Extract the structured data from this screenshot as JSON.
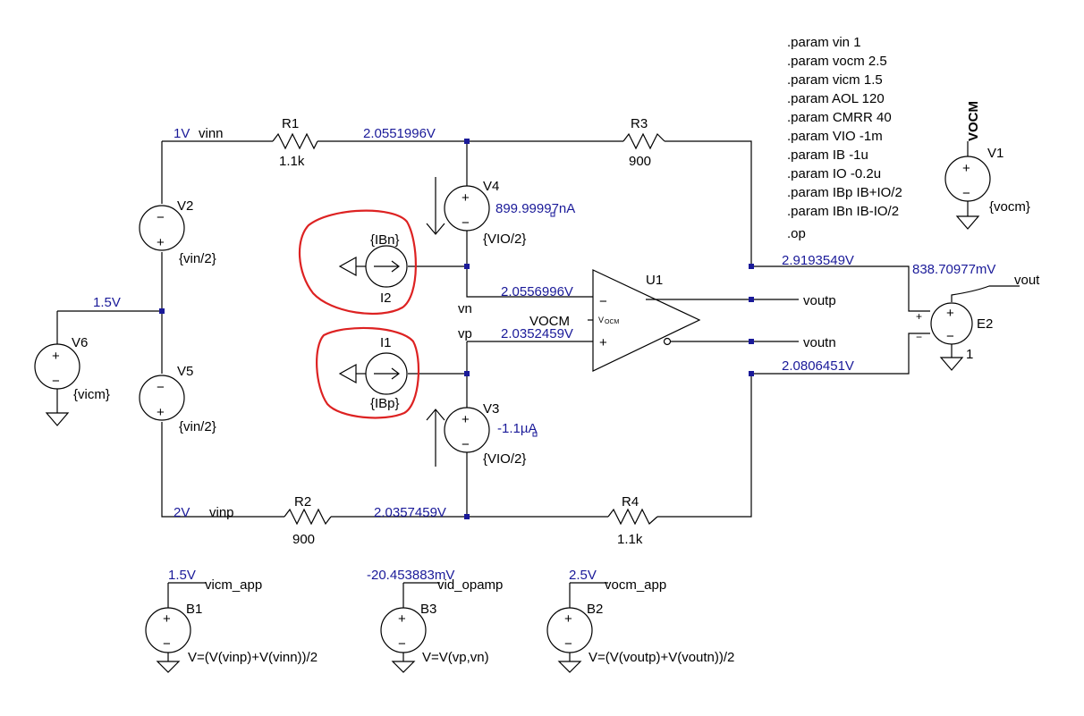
{
  "colors": {
    "voltage_label": "#1a1a99",
    "wire": "#000000",
    "annotation": "#dd2222",
    "background": "#ffffff"
  },
  "params": [
    ".param vin 1",
    ".param vocm 2.5",
    ".param vicm 1.5",
    ".param AOL 120",
    ".param CMRR 40",
    ".param VIO -1m",
    ".param IB -1u",
    ".param IO -0.2u",
    ".param IBp IB+IO/2",
    ".param IBn IB-IO/2"
  ],
  "op": ".op",
  "components": {
    "r1": {
      "name": "R1",
      "value": "1.1k"
    },
    "r2": {
      "name": "R2",
      "value": "900"
    },
    "r3": {
      "name": "R3",
      "value": "900"
    },
    "r4": {
      "name": "R4",
      "value": "1.1k"
    },
    "v1": {
      "name": "V1",
      "value": "{vocm}",
      "net": "VOCM"
    },
    "v2": {
      "name": "V2",
      "value": "{vin/2}"
    },
    "v3": {
      "name": "V3",
      "value": "{VIO/2}"
    },
    "v4": {
      "name": "V4",
      "value": "{VIO/2}"
    },
    "v5": {
      "name": "V5",
      "value": "{vin/2}"
    },
    "v6": {
      "name": "V6",
      "value": "{vicm}"
    },
    "i1": {
      "name": "I1",
      "value": "{IBp}"
    },
    "i2": {
      "name": "I2",
      "value": "{IBn}"
    },
    "u1": {
      "name": "U1",
      "vocm_pin": "VOCM",
      "vocm_pin_small": "V",
      "vocm_pin_sub": "OCM"
    },
    "e2": {
      "name": "E2",
      "value": "1"
    },
    "b1": {
      "name": "B1",
      "expr": "V=(V(vinp)+V(vinn))/2"
    },
    "b2": {
      "name": "B2",
      "expr": "V=(V(voutp)+V(voutn))/2"
    },
    "b3": {
      "name": "B3",
      "expr": "V=V(vp,vn)"
    }
  },
  "nets": {
    "vinn": "vinn",
    "vinp": "vinp",
    "vn": "vn",
    "vp": "vp",
    "voutp": "voutp",
    "voutn": "voutn",
    "vout": "vout",
    "vicm_app": "vicm_app",
    "vid_opamp": "vid_opamp",
    "vocm_app": "vocm_app"
  },
  "op_results": {
    "vinn": "1V",
    "vinp": "2V",
    "mid": "1.5V",
    "n_top": "2.0551996V",
    "n_bot": "2.0357459V",
    "vn": "2.0556996V",
    "vp": "2.0352459V",
    "voutp": "2.9193549V",
    "voutn": "2.0806451V",
    "vout": "838.70977mV",
    "i_v4": "899.99997nA",
    "i_v3": "-1.1µA",
    "vicm_app": "1.5V",
    "vid_opamp": "-20.453883mV",
    "vocm_app": "2.5V"
  },
  "pin_marks": {
    "minus": "−",
    "plus": "+"
  }
}
